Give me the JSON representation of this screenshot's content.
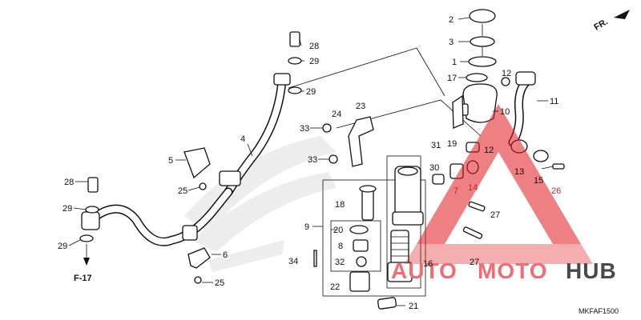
{
  "diagram": {
    "code": "MKFAF1500",
    "direction_label": "FR.",
    "ref_label": "F-17",
    "watermark": {
      "part1": "AUTO",
      "part2": "MOTO",
      "part3": "HUB"
    },
    "part_numbers": [
      "1",
      "2",
      "3",
      "4",
      "5",
      "6",
      "7",
      "8",
      "9",
      "10",
      "11",
      "12",
      "13",
      "14",
      "15",
      "16",
      "17",
      "18",
      "19",
      "20",
      "21",
      "22",
      "23",
      "24",
      "25",
      "26",
      "27",
      "28",
      "29",
      "30",
      "31",
      "32",
      "33",
      "34"
    ],
    "colors": {
      "watermark_red": "#e0161b",
      "watermark_dark": "#4a4a4a"
    }
  }
}
